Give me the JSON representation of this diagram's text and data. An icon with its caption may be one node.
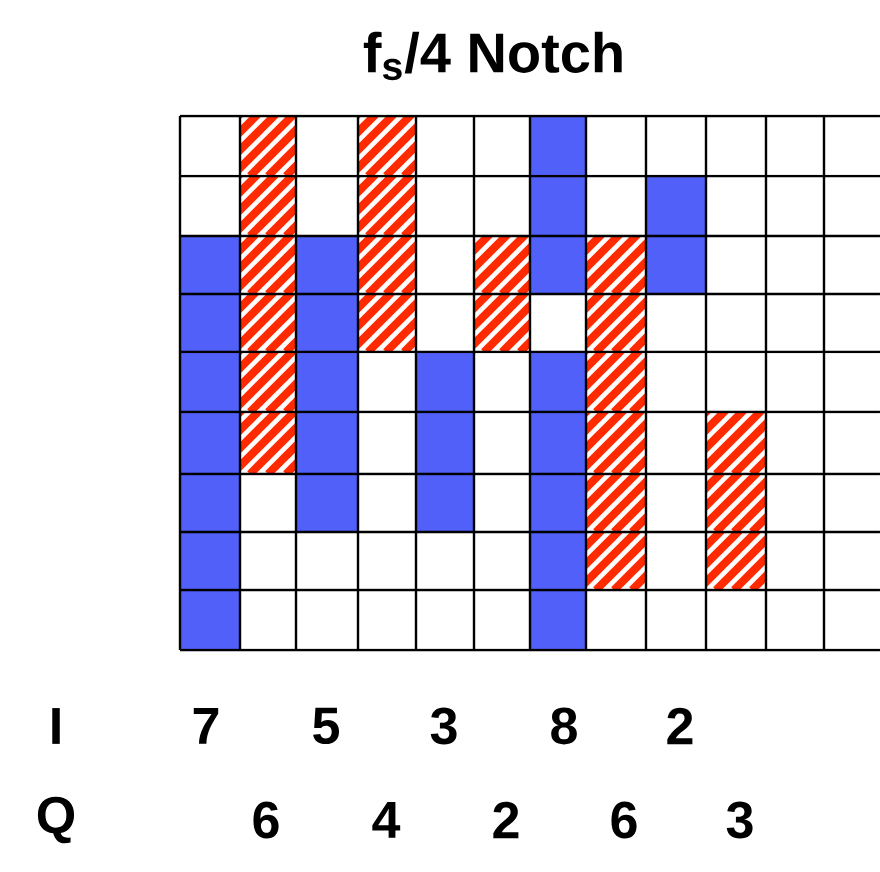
{
  "diagram": {
    "title": "f$_{s}$/4 Notch",
    "labels": [
      "I",
      "7",
      "5",
      "3",
      "8",
      "2",
      "Q",
      "6",
      "4",
      "2",
      "6",
      "3"
    ]
  }
}
